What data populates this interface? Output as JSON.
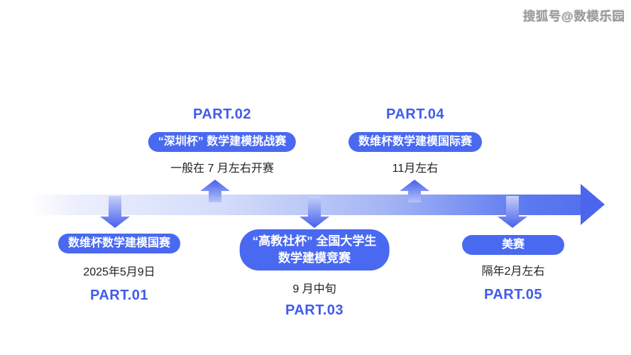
{
  "watermark": "搜狐号@数模乐园",
  "colors": {
    "accent_blue": "#4a69f1",
    "part_label_blue": "#3f5ced",
    "arrow_deep": "#4560ec",
    "arrow_light": "#c6d0fa",
    "band_end": "#5471ee",
    "date_text": "#222222",
    "watermark_gray": "#9a9aa0"
  },
  "timeline": {
    "direction": "left-to-right",
    "arrowhead": "right"
  },
  "parts": [
    {
      "id": "part-01",
      "label": "PART.01",
      "title": "数维杯数学建模国赛",
      "date": "2025年5月9日",
      "side": "below"
    },
    {
      "id": "part-02",
      "label": "PART.02",
      "title": "“深圳杯” 数学建模挑战赛",
      "date": "一般在 7 月左右开赛",
      "side": "above"
    },
    {
      "id": "part-03",
      "label": "PART.03",
      "title_line1": "“高教社杯” 全国大学生",
      "title_line2": "数学建模竞赛",
      "date": "9 月中旬",
      "side": "below"
    },
    {
      "id": "part-04",
      "label": "PART.04",
      "title": "数维杯数学建模国际赛",
      "date": "11月左右",
      "side": "above"
    },
    {
      "id": "part-05",
      "label": "PART.05",
      "title": "美赛",
      "date": "隔年2月左右",
      "side": "below"
    }
  ]
}
